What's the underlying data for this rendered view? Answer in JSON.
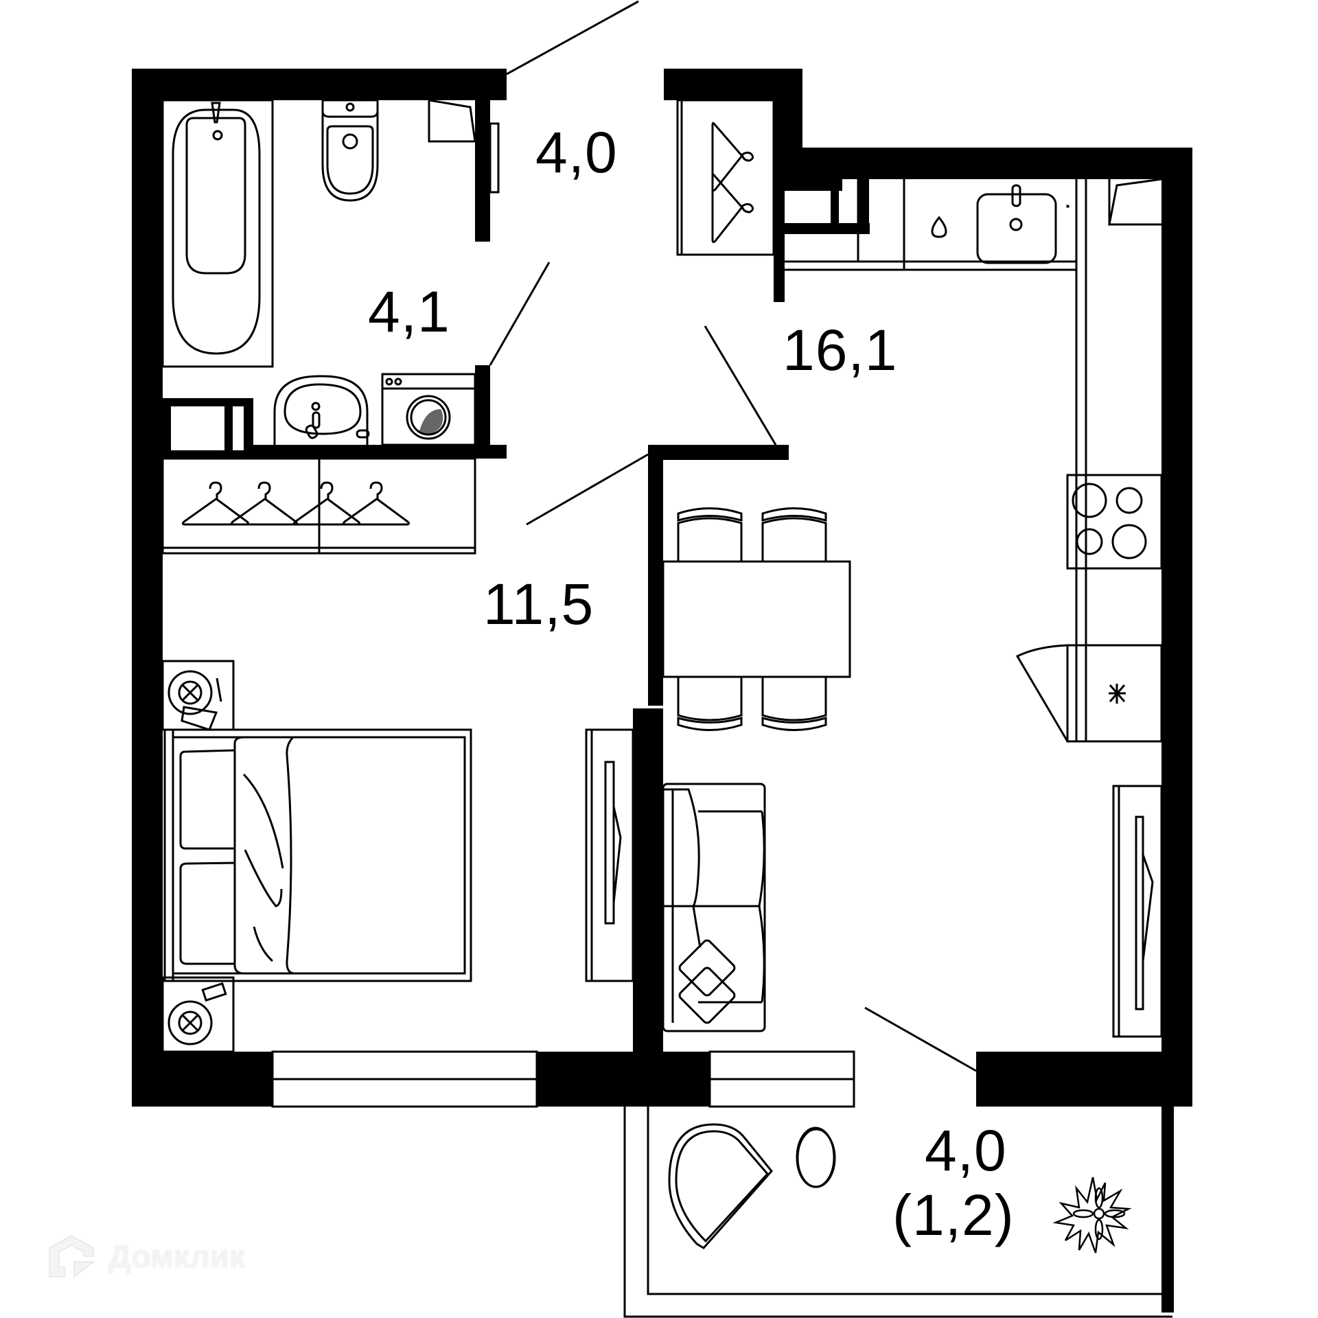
{
  "plan": {
    "type": "apartment-floor-plan",
    "wall_color": "#000000",
    "background": "#ffffff"
  },
  "rooms": {
    "bathroom": {
      "name": "bathroom",
      "area": "4,1"
    },
    "hallway": {
      "name": "hallway",
      "area": "4,0"
    },
    "bedroom": {
      "name": "bedroom",
      "area": "11,5"
    },
    "kitchen_living": {
      "name": "kitchen-living",
      "area": "16,1"
    },
    "balcony": {
      "name": "balcony",
      "area": "4,0",
      "reduced_area": "(1,2)"
    }
  },
  "icons": {
    "bathtub": "bathtub-icon",
    "toilet": "toilet-icon",
    "sink": "sink-icon",
    "washing_machine": "washing-machine-icon",
    "wardrobe": "hanger-icon",
    "bed": "bed-icon",
    "nightstand": "nightstand-lamp-icon",
    "tv": "tv-icon",
    "dining_table": "dining-table-icon",
    "chair": "chair-icon",
    "sofa": "sofa-icon",
    "stove": "stove-icon",
    "fridge": "fridge-icon",
    "kitchen_sink": "kitchen-sink-icon",
    "armchair": "armchair-icon",
    "coffee_table": "round-table-icon",
    "plant": "flower-icon"
  },
  "watermark": {
    "text": "Домклик"
  }
}
